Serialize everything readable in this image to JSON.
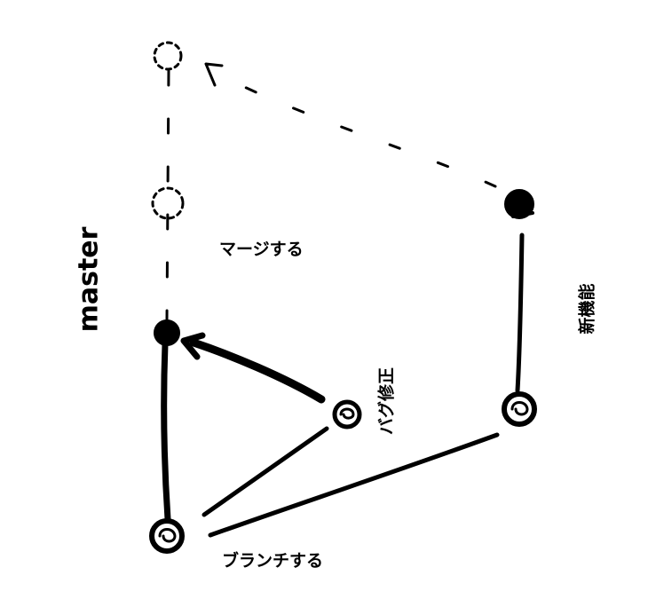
{
  "labels": {
    "master": "master",
    "merge": "マージする",
    "branch": "ブランチする",
    "feature": "新機能",
    "bugfix": "バグ修正"
  },
  "colors": {
    "ink": "#000000",
    "background": "#ffffff"
  }
}
